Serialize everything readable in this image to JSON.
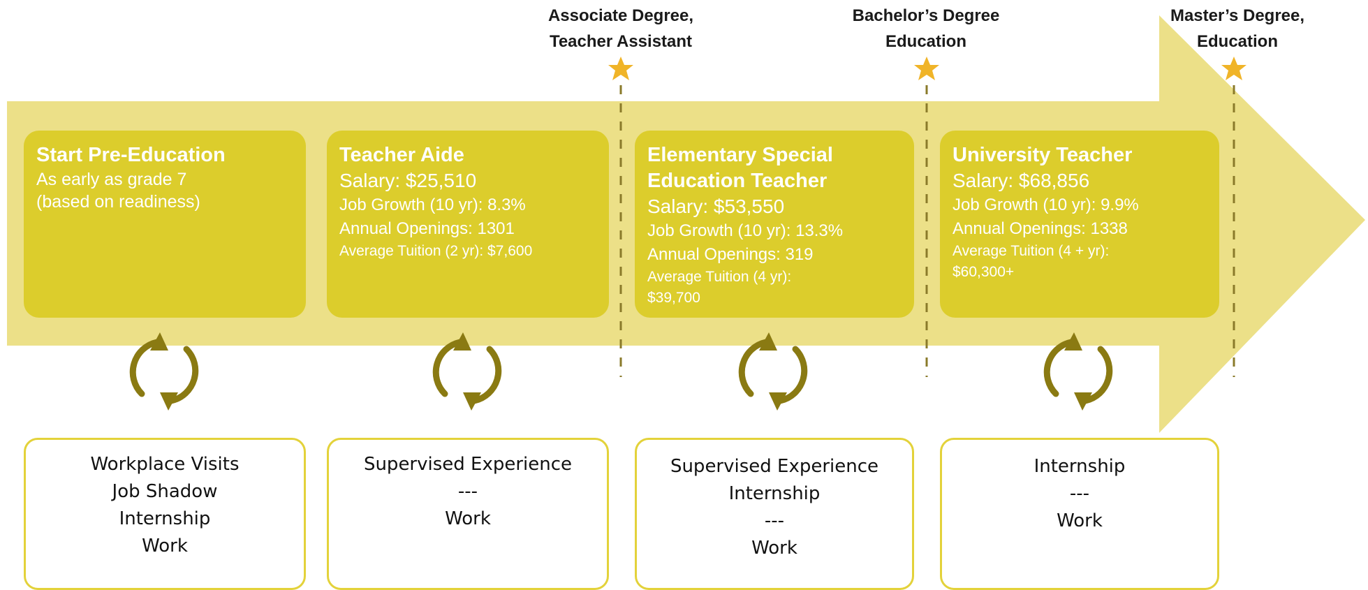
{
  "milestones": [
    {
      "lines": [
        "Associate Degree,",
        "Teacher Assistant"
      ],
      "icon": "star-icon",
      "color": "#f0b428"
    },
    {
      "lines": [
        "Bachelor’s Degree",
        "Education"
      ],
      "icon": "star-icon",
      "color": "#f0b428"
    },
    {
      "lines": [
        "Master’s Degree,",
        "Education"
      ],
      "icon": "star-icon",
      "color": "#f0b428"
    }
  ],
  "stages": [
    {
      "title": [
        "Start Pre-Education"
      ],
      "details": [
        "As early as grade 7",
        "(based on readiness)"
      ]
    },
    {
      "title": [
        "Teacher Aide"
      ],
      "salary": "Salary: $25,510",
      "growth": "Job Growth (10 yr): 8.3%",
      "openings": "Annual Openings: 1301",
      "tuition": [
        "Average Tuition (2 yr): $7,600"
      ]
    },
    {
      "title": [
        "Elementary Special",
        "Education Teacher"
      ],
      "salary": "Salary: $53,550",
      "growth": "Job Growth (10 yr): 13.3%",
      "openings": "Annual Openings: 319",
      "tuition": [
        "Average Tuition (4 yr):",
        "$39,700"
      ]
    },
    {
      "title": [
        "University Teacher"
      ],
      "salary": "Salary: $68,856",
      "growth": "Job Growth (10 yr): 9.9%",
      "openings": "Annual Openings: 1338",
      "tuition": [
        "Average Tuition (4 + yr):",
        "$60,300+"
      ]
    }
  ],
  "experiences": [
    {
      "lines": [
        "Workplace Visits",
        "Job Shadow",
        "Internship",
        "Work"
      ]
    },
    {
      "lines": [
        "Supervised Experience",
        "---",
        "Work"
      ]
    },
    {
      "lines": [
        "Supervised Experience",
        "Internship",
        "---",
        "Work"
      ]
    },
    {
      "lines": [
        "Internship",
        "---",
        "Work"
      ]
    }
  ],
  "colors": {
    "arrow": "#ece088",
    "stage_box": "#dccd2c",
    "cycle_icon": "#8a7a12",
    "border": "#e3d23a",
    "star": "#f0b428"
  },
  "icons": {
    "cycle": "cycle-arrows-icon"
  }
}
